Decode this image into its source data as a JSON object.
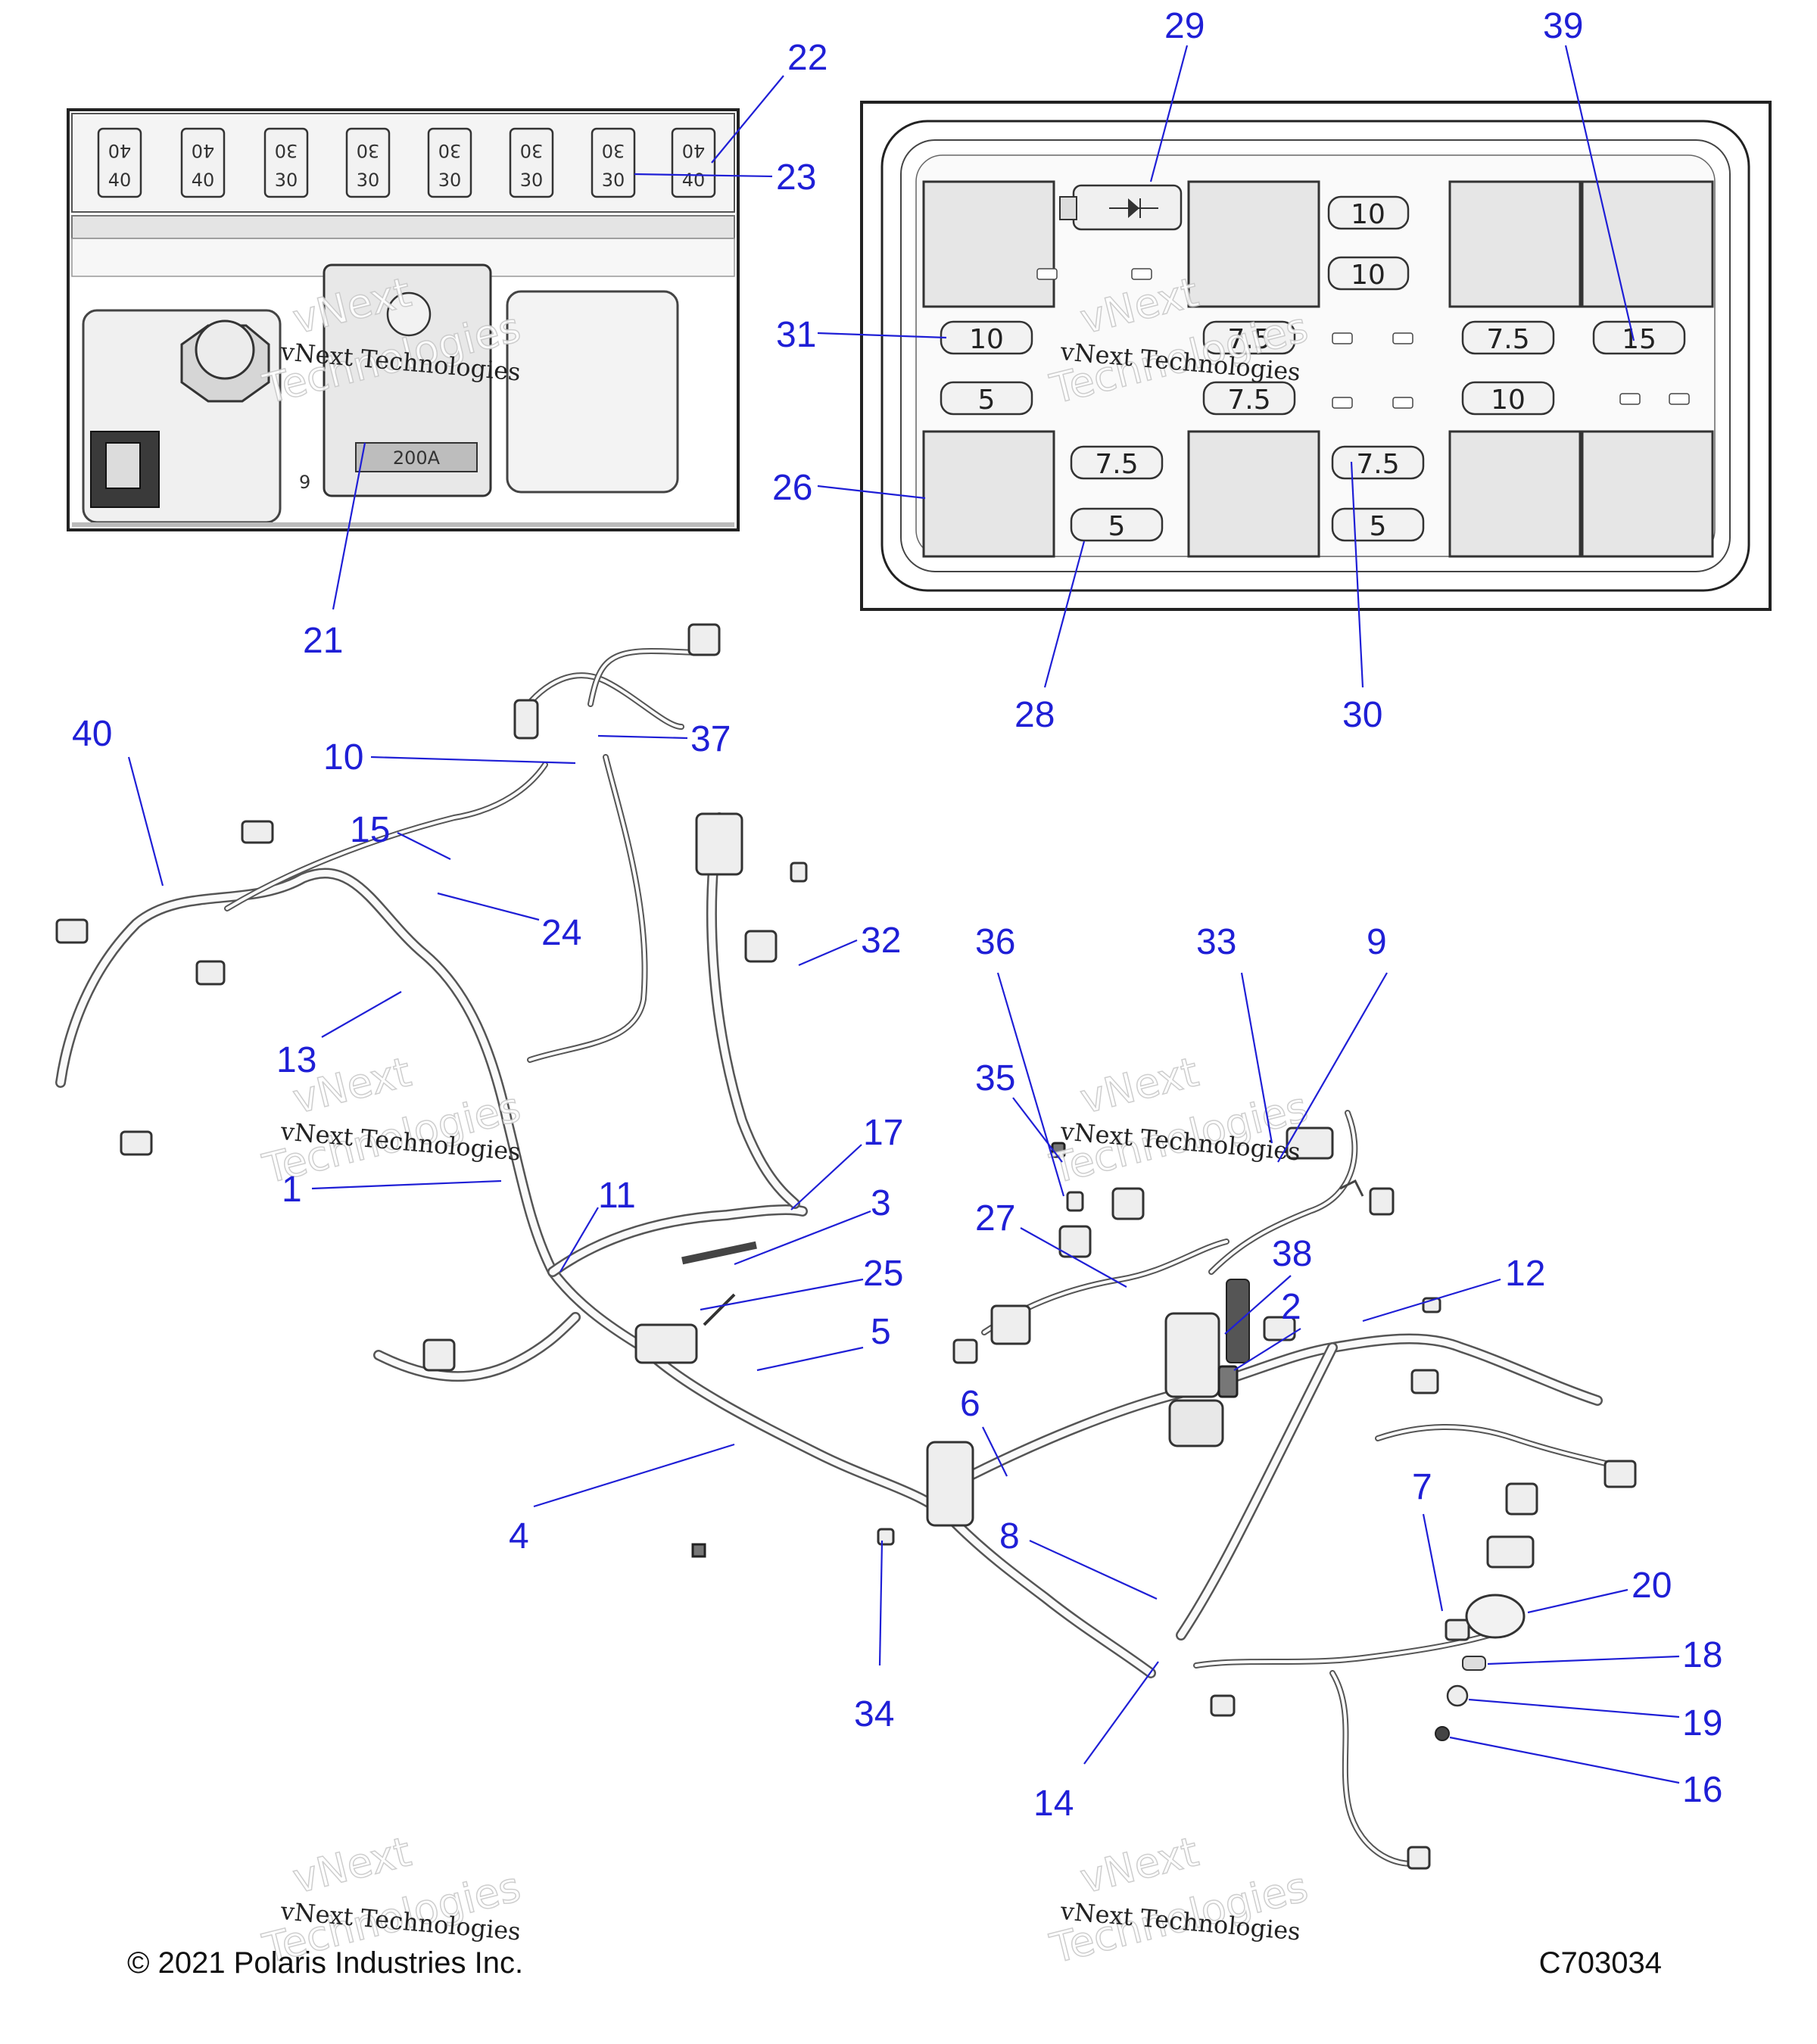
{
  "diagram": {
    "footer": {
      "copyright": "© 2021 Polaris Industries Inc.",
      "drawing_number": "C703034"
    },
    "watermark": {
      "line1": "vNext",
      "line2": "vNext Technologies",
      "line3": "Technologies"
    },
    "battery_box": {
      "fuse_top": [
        "40",
        "40",
        "30",
        "30",
        "30",
        "30",
        "30",
        "40"
      ],
      "fuse_bottom": [
        "40",
        "40",
        "30",
        "30",
        "30",
        "30",
        "30",
        "40"
      ],
      "main_fuse_label": "200A",
      "small_mark": "9"
    },
    "fuse_box": {
      "fuses": [
        "10",
        "10",
        "10",
        "5",
        "7.5",
        "7.5",
        "7.5",
        "10",
        "15",
        "7.5",
        "5",
        "7.5",
        "5"
      ]
    },
    "callouts": [
      {
        "id": "c1",
        "label": "1"
      },
      {
        "id": "c2",
        "label": "2"
      },
      {
        "id": "c3",
        "label": "3"
      },
      {
        "id": "c4",
        "label": "4"
      },
      {
        "id": "c5",
        "label": "5"
      },
      {
        "id": "c6",
        "label": "6"
      },
      {
        "id": "c7",
        "label": "7"
      },
      {
        "id": "c8",
        "label": "8"
      },
      {
        "id": "c9",
        "label": "9"
      },
      {
        "id": "c10",
        "label": "10"
      },
      {
        "id": "c11",
        "label": "11"
      },
      {
        "id": "c12",
        "label": "12"
      },
      {
        "id": "c13",
        "label": "13"
      },
      {
        "id": "c14",
        "label": "14"
      },
      {
        "id": "c15",
        "label": "15"
      },
      {
        "id": "c16",
        "label": "16"
      },
      {
        "id": "c17",
        "label": "17"
      },
      {
        "id": "c18",
        "label": "18"
      },
      {
        "id": "c19",
        "label": "19"
      },
      {
        "id": "c20",
        "label": "20"
      },
      {
        "id": "c21",
        "label": "21"
      },
      {
        "id": "c22",
        "label": "22"
      },
      {
        "id": "c23",
        "label": "23"
      },
      {
        "id": "c24",
        "label": "24"
      },
      {
        "id": "c25",
        "label": "25"
      },
      {
        "id": "c26",
        "label": "26"
      },
      {
        "id": "c27",
        "label": "27"
      },
      {
        "id": "c28",
        "label": "28"
      },
      {
        "id": "c29",
        "label": "29"
      },
      {
        "id": "c30",
        "label": "30"
      },
      {
        "id": "c31",
        "label": "31"
      },
      {
        "id": "c32",
        "label": "32"
      },
      {
        "id": "c33",
        "label": "33"
      },
      {
        "id": "c34",
        "label": "34"
      },
      {
        "id": "c35",
        "label": "35"
      },
      {
        "id": "c36",
        "label": "36"
      },
      {
        "id": "c37",
        "label": "37"
      },
      {
        "id": "c38",
        "label": "38"
      },
      {
        "id": "c39",
        "label": "39"
      },
      {
        "id": "c40",
        "label": "40"
      }
    ],
    "colors": {
      "callout": "#1f1fd6",
      "line": "#222222"
    }
  }
}
